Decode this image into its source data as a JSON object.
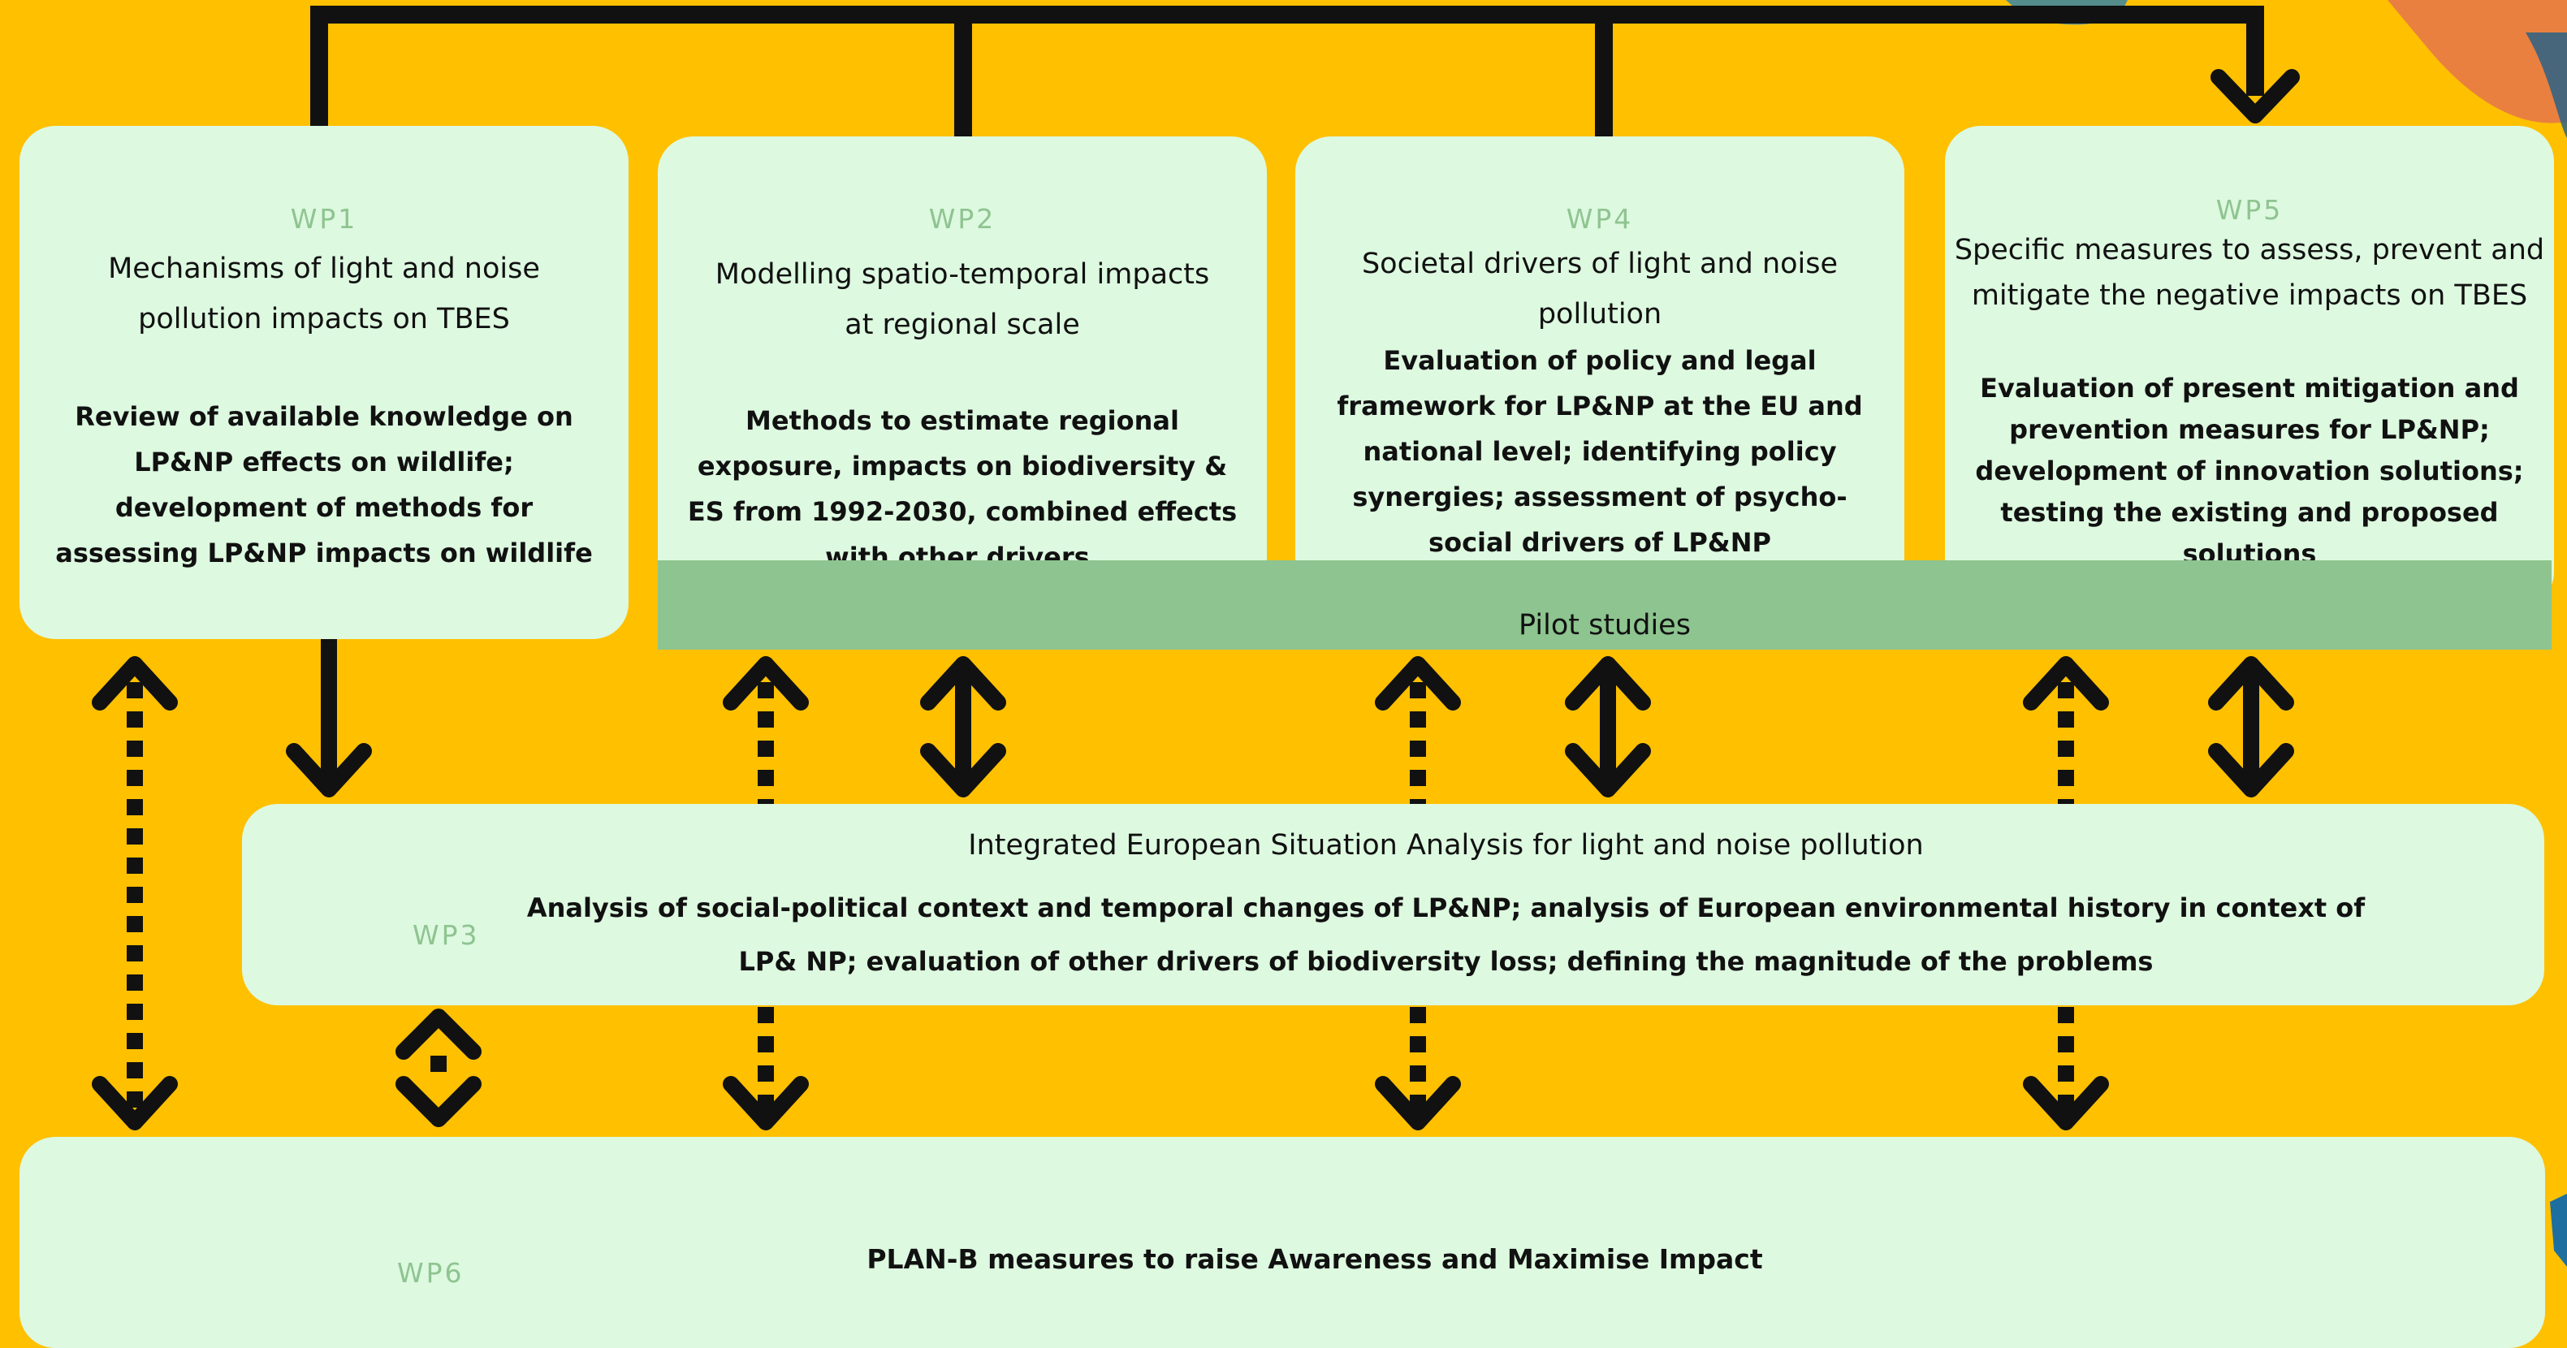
{
  "work_packages": {
    "wp1": {
      "label": "WP1",
      "title": "Mechanisms of light and noise pollution impacts on TBES",
      "description": "Review of available knowledge on LP&NP effects on wildlife; development of methods for assessing LP&NP impacts on wildlife"
    },
    "wp2": {
      "label": "WP2",
      "title": "Modelling spatio-temporal impacts at regional scale",
      "description": "Methods to estimate regional exposure, impacts on biodiversity & ES from 1992-2030, combined effects with other drivers."
    },
    "wp4": {
      "label": "WP4",
      "title": "Societal drivers of light and noise pollution",
      "description": "Evaluation of policy and legal framework for LP&NP at the EU and national level; identifying policy synergies; assessment of psycho-social drivers of LP&NP"
    },
    "wp5": {
      "label": "WP5",
      "title": "Specific measures to assess, prevent and mitigate the negative impacts on TBES",
      "description": "Evaluation of present mitigation and prevention measures for LP&NP; development of innovation solutions; testing the existing and proposed solutions"
    },
    "wp3": {
      "label": "WP3",
      "title": "Integrated European Situation Analysis for light and noise pollution",
      "description": "Analysis of social-political context and temporal changes of LP&NP; analysis of European environmental history in context of LP& NP; evaluation of other drivers of biodiversity loss; defining the magnitude of the problems"
    },
    "wp6": {
      "label": "WP6",
      "title": "PLAN-B measures to raise Awareness and Maximise Impact"
    }
  },
  "pilot_studies": "Pilot studies",
  "colors": {
    "background": "#FFC000",
    "box": "#DDF9E0",
    "pilot_bar": "#8DC48F",
    "wp_label": "#8FC490",
    "arrow": "#111111"
  }
}
